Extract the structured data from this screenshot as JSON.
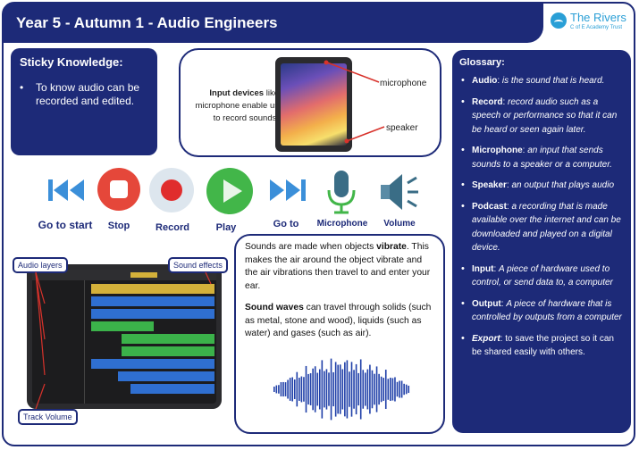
{
  "header": {
    "title": "Year 5 - Autumn 1 - Audio Engineers",
    "logo_name": "The Rivers",
    "logo_sub": "C of E Academy Trust"
  },
  "sticky": {
    "title": "Sticky Knowledge:",
    "items": [
      "To know audio can be recorded and edited."
    ]
  },
  "input_devices": {
    "text_bold": "Input devices",
    "text_rest": " like microphone enable us to record sounds.",
    "label_mic": "microphone",
    "label_speaker": "speaker"
  },
  "controls": [
    {
      "label": "Go to start",
      "icon": "rewind-icon",
      "color": "#3b8fd9"
    },
    {
      "label": "Stop",
      "icon": "stop-icon",
      "color": "#e5473a"
    },
    {
      "label": "Record",
      "icon": "record-icon",
      "color": "#e02d2d"
    },
    {
      "label": "Play",
      "icon": "play-icon",
      "color": "#42b649"
    },
    {
      "label": "Go to",
      "icon": "fast-forward-icon",
      "color": "#3b8fd9"
    },
    {
      "label": "Microphone",
      "icon": "microphone-icon",
      "color": "#3a6d86"
    },
    {
      "label": "Volume",
      "icon": "volume-icon",
      "color": "#3a6d86"
    }
  ],
  "sound_text": {
    "p1_a": "Sounds are made when objects ",
    "p1_b": "vibrate",
    "p1_c": ". This makes the air around the object vibrate and the air vibrations then travel to and enter your ear.",
    "p2_a": "Sound waves",
    "p2_b": " can travel through solids (such as metal, stone and wood), liquids (such as water) and gases (such as air)."
  },
  "screenshot_tags": {
    "audio_layers": "Audio layers",
    "sound_effects": "Sound effects",
    "track_volume": "Track Volume"
  },
  "glossary": {
    "title": "Glossary:",
    "items": [
      {
        "term": "Audio",
        "sep": ": ",
        "def": "is the sound that is heard.",
        "def_italic": true,
        "term_italic": false
      },
      {
        "term": "Record",
        "sep": ": ",
        "def": "record audio such as a speech or performance so that it can be heard or seen again later.",
        "def_italic": true,
        "term_italic": false
      },
      {
        "term": "Microphone",
        "sep": ": ",
        "def": "an input that sends sounds to a speaker or a computer.",
        "def_italic": true,
        "term_italic": false
      },
      {
        "term": "Speaker",
        "sep": ": ",
        "def": "an output that plays audio",
        "def_italic": true,
        "term_italic": false
      },
      {
        "term": "Podcast",
        "sep": ": ",
        "def": "a recording that is made available over the internet and can be downloaded and played on a digital device.",
        "def_italic": true,
        "term_italic": false
      },
      {
        "term": "Input",
        "sep": ": ",
        "def": "A piece of hardware used to control, or send data to, a computer",
        "def_italic": true,
        "term_italic": false
      },
      {
        "term": "Output",
        "sep": ": ",
        "def": "A piece of hardware that is controlled by outputs from a computer",
        "def_italic": true,
        "term_italic": false
      },
      {
        "term": "Export",
        "sep": ": ",
        "def": "to save the project so it can be shared easily with others.",
        "def_italic": false,
        "term_italic": true
      }
    ]
  }
}
